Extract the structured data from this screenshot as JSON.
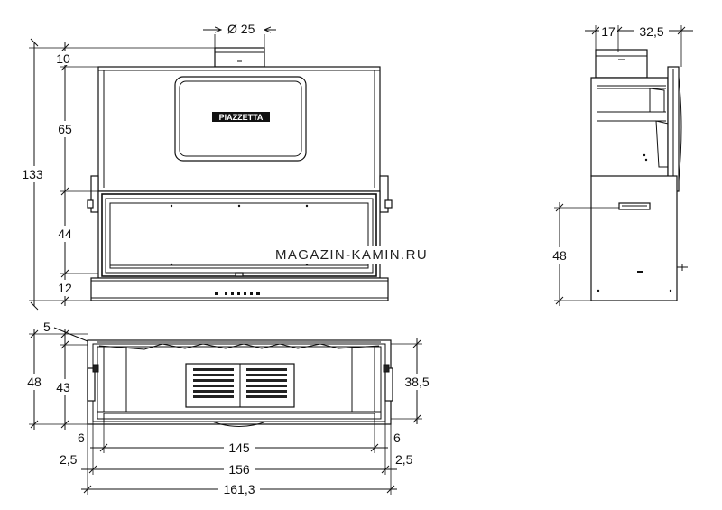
{
  "watermark": "MAGAZIN-KAMIN.RU",
  "brand_logo": "PIAZZETTA",
  "front_view": {
    "flue_diameter": "Ø 25",
    "dim_total_height": "133",
    "dim_top": "10",
    "dim_upper": "65",
    "dim_glass": "44",
    "dim_base": "12"
  },
  "side_view": {
    "dim_flue_offset": "17",
    "dim_flue_depth": "32,5",
    "dim_lower_height": "48"
  },
  "top_view": {
    "dim_frame": "5",
    "dim_total_depth": "48",
    "dim_body_depth": "43",
    "dim_inner_depth": "38,5",
    "dim_side_left": "6",
    "dim_side_right": "6",
    "dim_inner_width": "145",
    "dim_edge_left": "2,5",
    "dim_edge_right": "2,5",
    "dim_body_width": "156",
    "dim_total_width": "161,3"
  }
}
